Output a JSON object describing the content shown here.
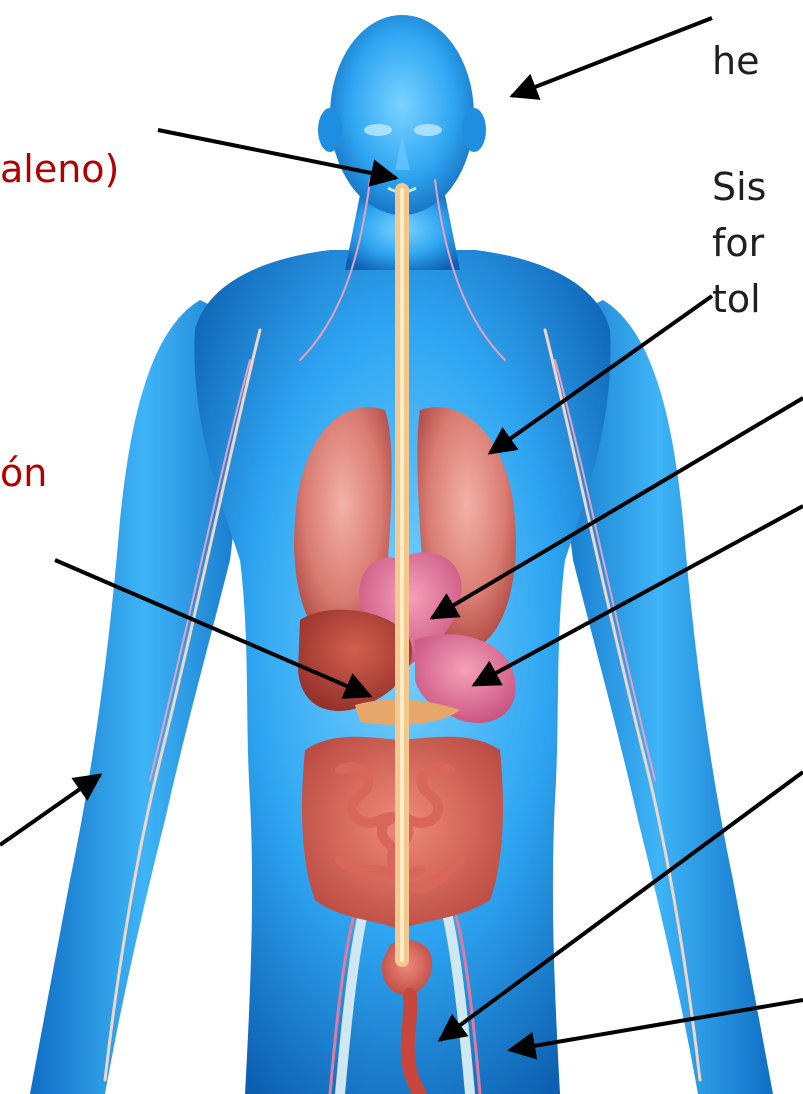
{
  "labels": {
    "left_top": "aleno)",
    "left_mid": "ón",
    "right_top": "he",
    "right_line1": "Sis",
    "right_line2": "for",
    "right_line3": "tol"
  },
  "colors": {
    "label_red": "#b00000",
    "label_black": "#1f1f1f",
    "body_blue": "#2fa6f2",
    "body_blue_dark": "#0d5fb0",
    "organ_red": "#c94a43",
    "organ_pink": "#e8849a",
    "arrow": "#000000"
  },
  "figure": {
    "subject": "human-anatomy-illustration"
  }
}
